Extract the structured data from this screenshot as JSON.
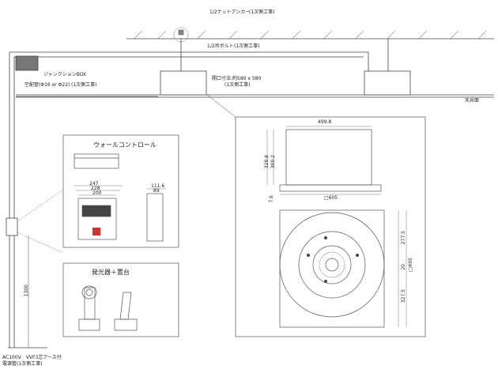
{
  "colors": {
    "line": "#444444",
    "box_border": "#555555",
    "junction_fill": "#777777",
    "accent_red": "#cc3333"
  },
  "labels": {
    "nut_anchor": "1/2ナットアンカー",
    "nut_anchor_note": "(1次側工事)",
    "bolt": "1/2吊ボルト",
    "bolt_note": "(1次側工事)",
    "junction_box": "ジャンクションBOX",
    "conduit": "空配管(Φ16 or Φ22)",
    "conduit_note": "(1次側工事)",
    "opening_size": "開口寸法:約580 x 580",
    "opening_note": "(1次側工事)",
    "ceiling": "天井面",
    "wall_control_title": "ウォールコントロール",
    "generator_title": "発光器＋置台",
    "power_line1": "AC100V　VVF3芯アース付",
    "power_line2": "電源管(1次側工事)",
    "height_1300": "1300"
  },
  "wall_control_dims": {
    "w247": "247",
    "w228": "228",
    "w200": "200",
    "d111": "111.6",
    "d89": "89"
  },
  "unit_dims": {
    "top_width": "499.8",
    "height_328": "328.8",
    "height_300": "300.2",
    "flange_7": "7.6",
    "bottom_width": "□605",
    "right_277": "277.5",
    "right_20": "20",
    "right_327": "327.5",
    "right_605": "□605"
  }
}
